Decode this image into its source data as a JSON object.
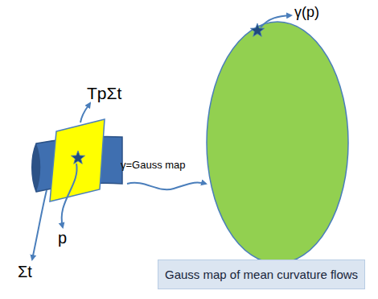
{
  "diagram": {
    "caption": "Gauss map of mean curvature flows",
    "labels": [
      "TpΣt",
      "p",
      "Σt",
      "γ=Gauss map",
      "γ(p)"
    ]
  }
}
